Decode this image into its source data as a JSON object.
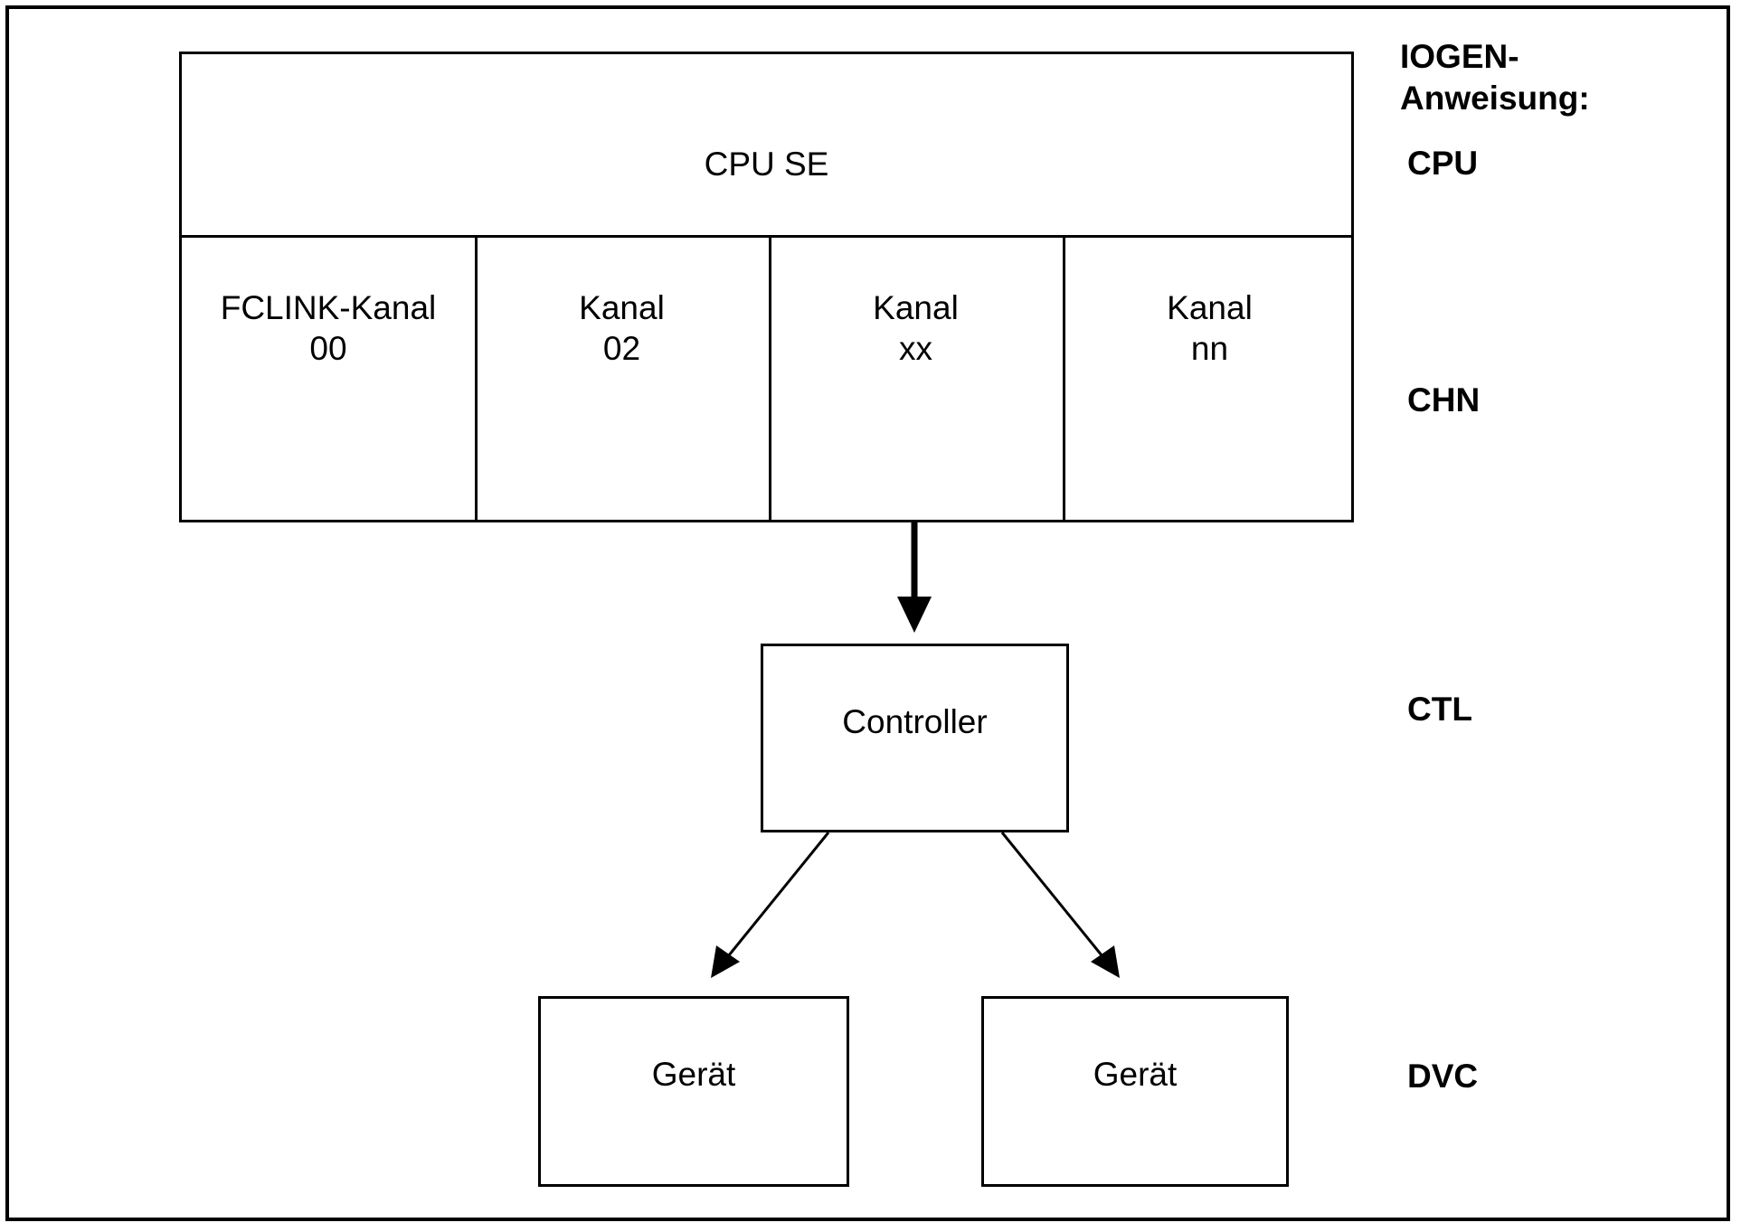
{
  "diagram": {
    "title_label": "IOGEN-Anweisung:",
    "cpu_box": {
      "label": "CPU SE"
    },
    "channels": [
      {
        "label": "FCLINK-Kanal\n00"
      },
      {
        "label": "Kanal\n02"
      },
      {
        "label": "Kanal\nxx"
      },
      {
        "label": "Kanal\nnn"
      }
    ],
    "controller": {
      "label": "Controller"
    },
    "devices": [
      {
        "label": "Gerät"
      },
      {
        "label": "Gerät"
      }
    ],
    "legend": {
      "heading": "IOGEN-\nAnweisung:",
      "cpu": "CPU",
      "chn": "CHN",
      "ctl": "CTL",
      "dvc": "DVC"
    },
    "colors": {
      "line": "#000000",
      "text": "#000000",
      "background": "#ffffff"
    }
  }
}
